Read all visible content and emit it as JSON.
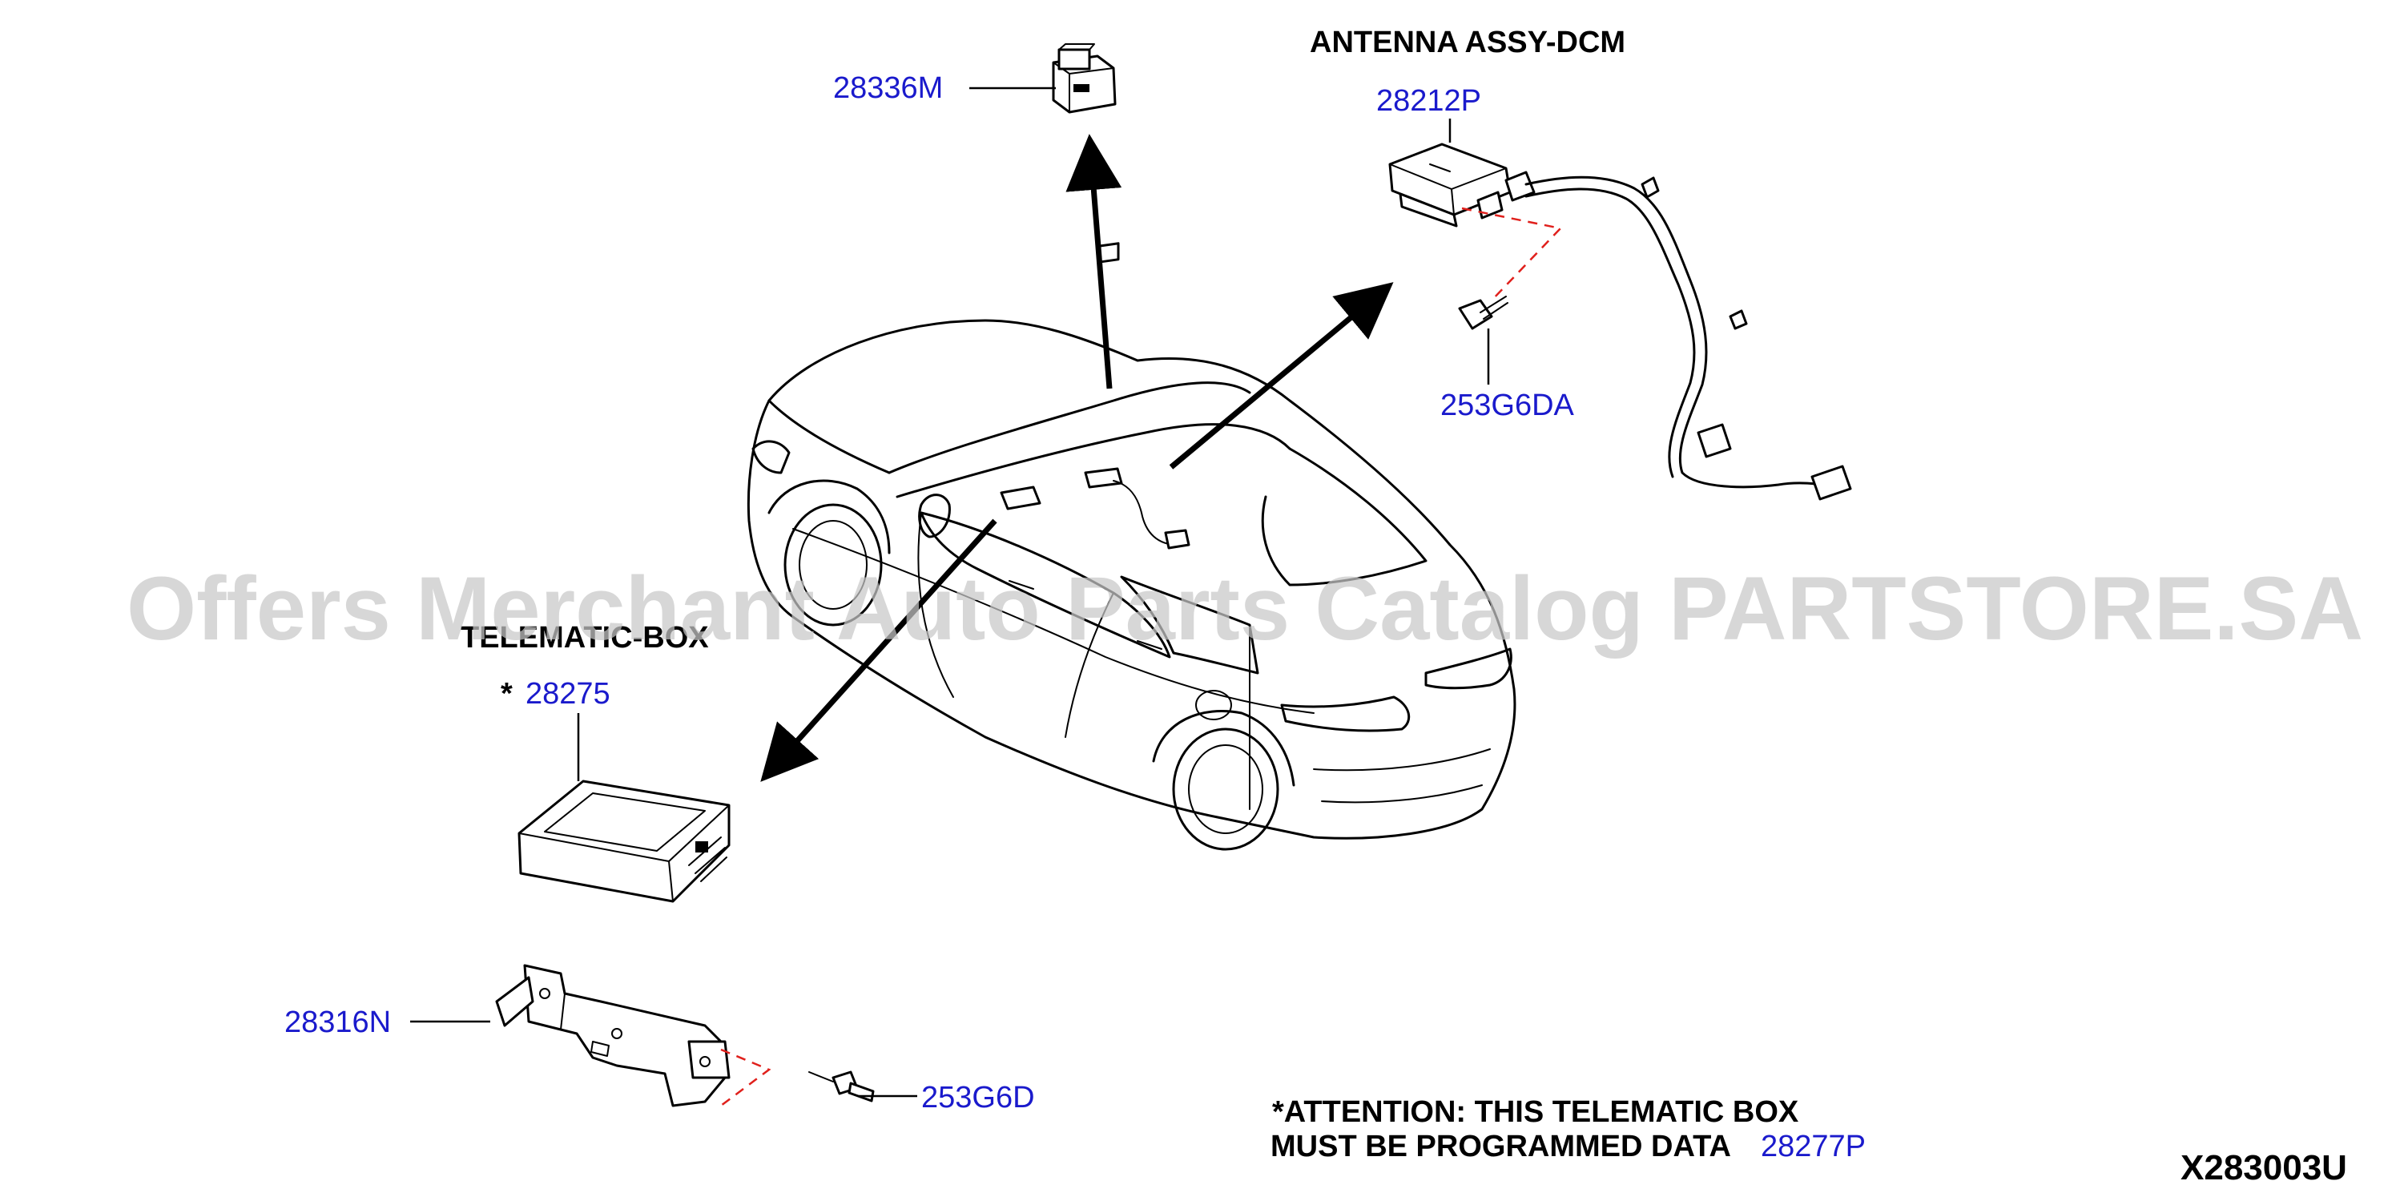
{
  "titles": {
    "antenna": "ANTENNA ASSY-DCM",
    "telematic": "TELEMATIC-BOX"
  },
  "parts": {
    "p28336M": "28336M",
    "p28212P": "28212P",
    "p253G6DA": "253G6DA",
    "p28275": "28275",
    "p28316N": "28316N",
    "p253G6D": "253G6D",
    "p28277P": "28277P"
  },
  "marks": {
    "star": "*"
  },
  "note": {
    "line1": "*ATTENTION: THIS TELEMATIC BOX",
    "line2": "MUST BE PROGRAMMED DATA"
  },
  "diagram_code": "X283003U",
  "watermark": "Offers Merchant Auto Parts Catalog PARTSTORE.SA",
  "colors": {
    "part_number": "#1a1acc",
    "guide_dash": "#e0201c",
    "watermark": "#c8c8c8"
  }
}
